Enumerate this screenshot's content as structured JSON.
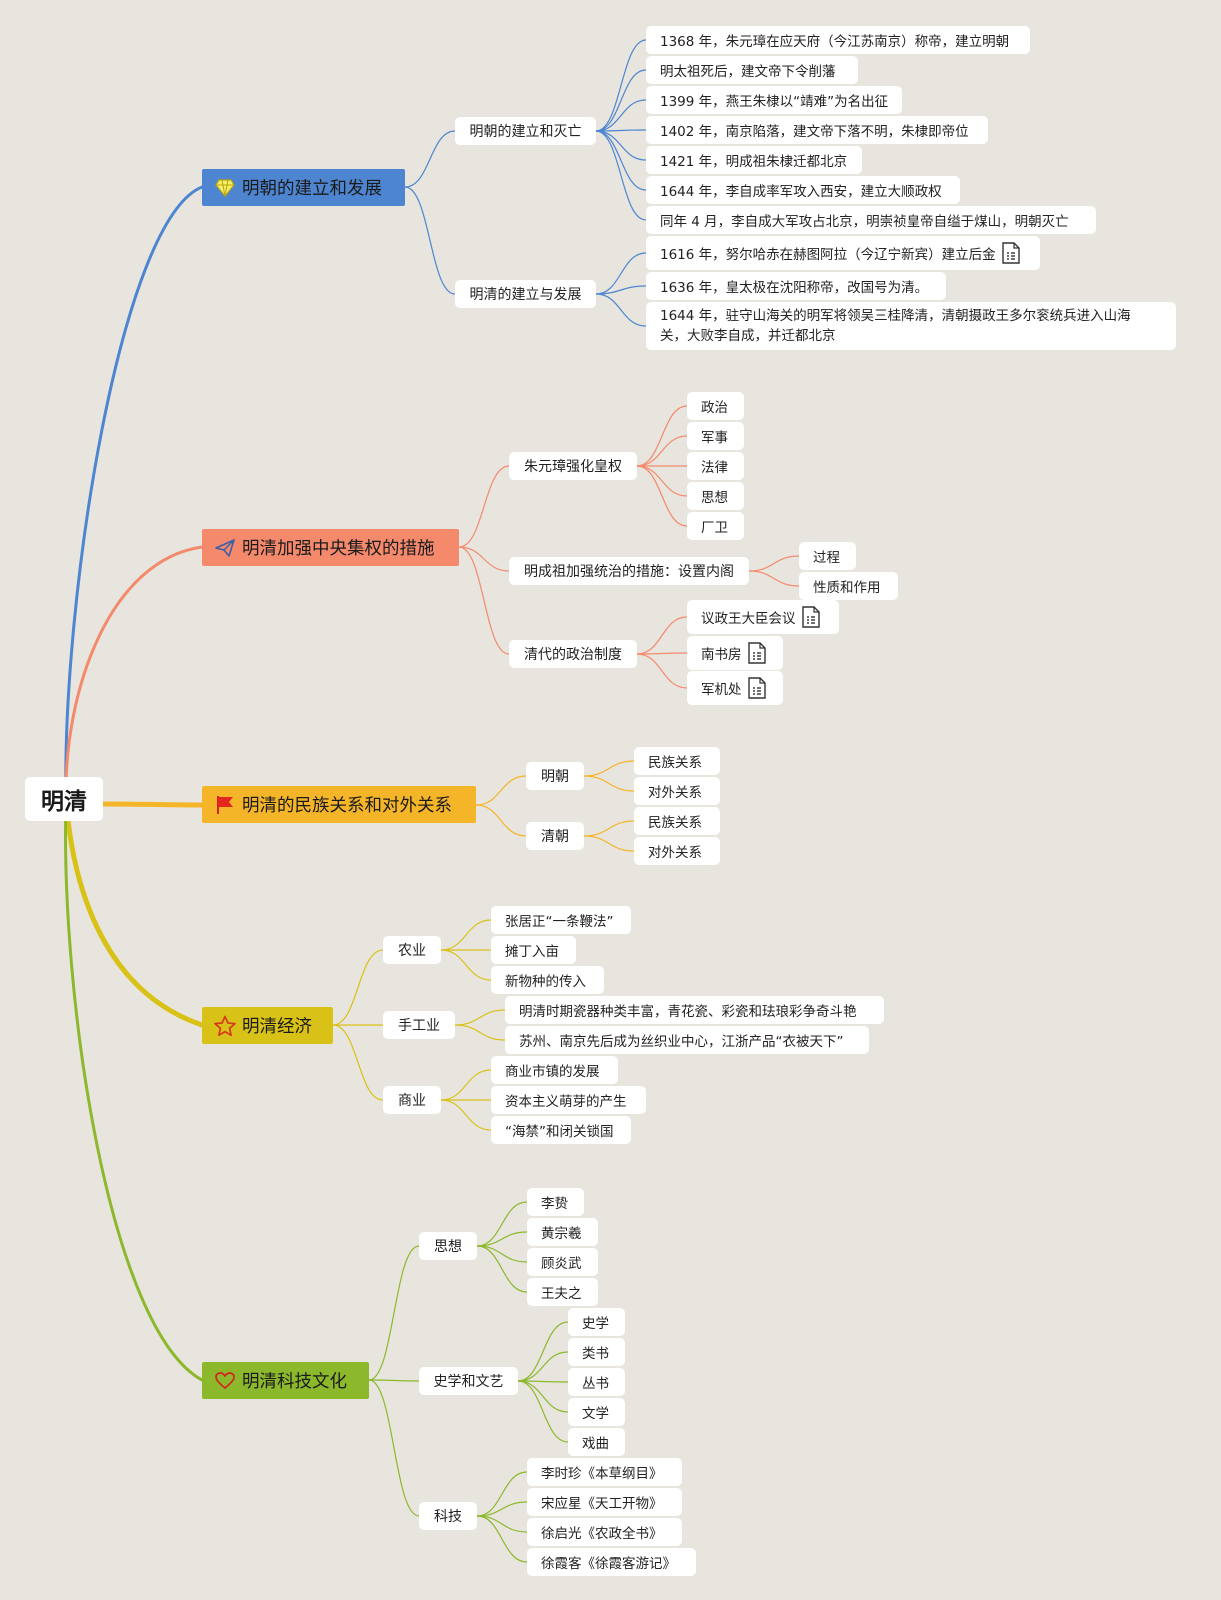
{
  "root": "明清",
  "colors": {
    "background": "#e8e5de",
    "blue": "#4d85d1",
    "orange": "#f4896c",
    "yellow": "#f5b529",
    "olive": "#d9c218",
    "green": "#8cb82c"
  },
  "branches": [
    {
      "label": "明朝的建立和发展",
      "icon": "diamond-icon",
      "children": [
        {
          "label": "明朝的建立和灭亡",
          "children": [
            "1368 年，朱元璋在应天府（今江苏南京）称帝，建立明朝",
            "明太祖死后，建文帝下令削藩",
            "1399 年，燕王朱棣以“靖难”为名出征",
            "1402 年，南京陷落，建文帝下落不明，朱棣即帝位",
            "1421 年，明成祖朱棣迁都北京",
            "1644 年，李自成率军攻入西安，建立大顺政权",
            "同年 4 月，李自成大军攻占北京，明崇祯皇帝自缢于煤山，明朝灭亡"
          ]
        },
        {
          "label": "明清的建立与发展",
          "children": [
            "1616 年，努尔哈赤在赫图阿拉（今辽宁新宾）建立后金",
            "1636 年，皇太极在沈阳称帝，改国号为清。",
            "1644 年，驻守山海关的明军将领吴三桂降清，清朝摄政王多尔衮统兵进入山海关，大败李自成，并迁都北京"
          ]
        }
      ]
    },
    {
      "label": "明清加强中央集权的措施",
      "icon": "send-icon",
      "children": [
        {
          "label": "朱元璋强化皇权",
          "children": [
            "政治",
            "军事",
            "法律",
            "思想",
            "厂卫"
          ]
        },
        {
          "label": "明成祖加强统治的措施：设置内阁",
          "children": [
            "过程",
            "性质和作用"
          ]
        },
        {
          "label": "清代的政治制度",
          "children": [
            "议政王大臣会议",
            "南书房",
            "军机处"
          ]
        }
      ]
    },
    {
      "label": "明清的民族关系和对外关系",
      "icon": "flag-icon",
      "children": [
        {
          "label": "明朝",
          "children": [
            "民族关系",
            "对外关系"
          ]
        },
        {
          "label": "清朝",
          "children": [
            "民族关系",
            "对外关系"
          ]
        }
      ]
    },
    {
      "label": "明清经济",
      "icon": "star-icon",
      "children": [
        {
          "label": "农业",
          "children": [
            "张居正“一条鞭法”",
            "摊丁入亩",
            "新物种的传入"
          ]
        },
        {
          "label": "手工业",
          "children": [
            "明清时期瓷器种类丰富，青花瓷、彩瓷和珐琅彩争奇斗艳",
            "苏州、南京先后成为丝织业中心，江浙产品“衣被天下”"
          ]
        },
        {
          "label": "商业",
          "children": [
            "商业市镇的发展",
            "资本主义萌芽的产生",
            "“海禁”和闭关锁国"
          ]
        }
      ]
    },
    {
      "label": "明清科技文化",
      "icon": "heart-icon",
      "children": [
        {
          "label": "思想",
          "children": [
            "李贽",
            "黄宗羲",
            "顾炎武",
            "王夫之"
          ]
        },
        {
          "label": "史学和文艺",
          "children": [
            "史学",
            "类书",
            "丛书",
            "文学",
            "戏曲"
          ]
        },
        {
          "label": "科技",
          "children": [
            "李时珍《本草纲目》",
            "宋应星《天工开物》",
            "徐启光《农政全书》",
            "徐霞客《徐霞客游记》"
          ]
        }
      ]
    }
  ]
}
